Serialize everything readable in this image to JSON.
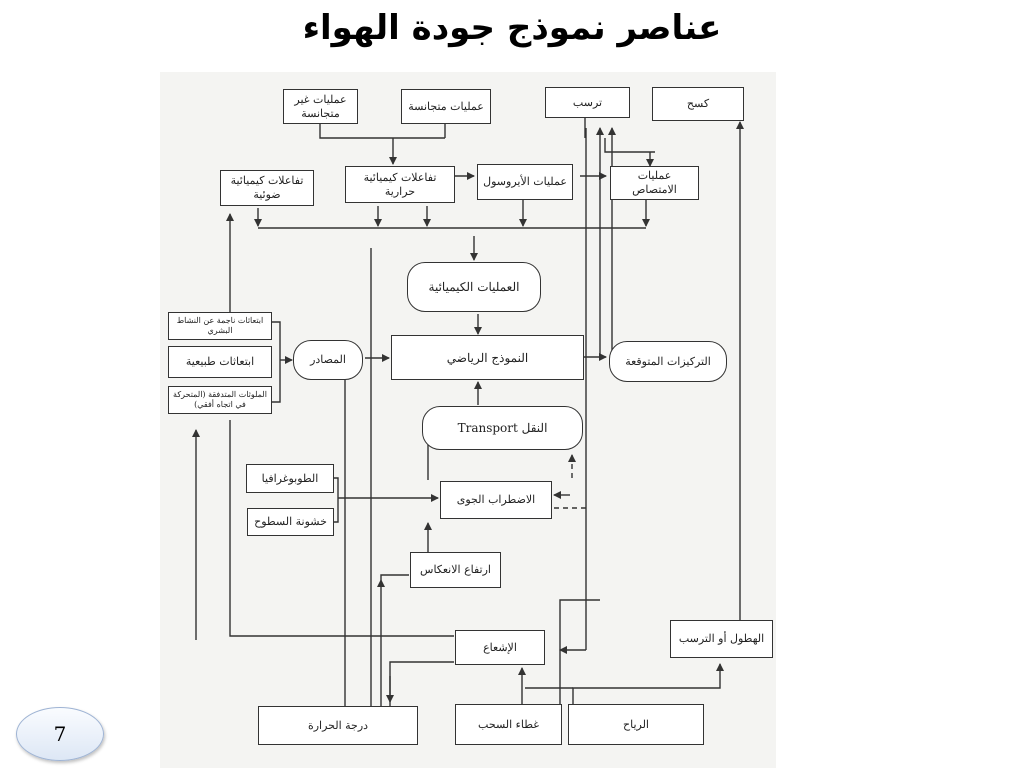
{
  "title": "عناصر نموذج جودة الهواء",
  "page_number": "7",
  "boxes": {
    "heterogeneous": "عمليات غير متجانسة",
    "homogeneous": "عمليات متجانسة",
    "deposition": "ترسب",
    "scavenging": "كسح",
    "photochemical": "تفاعلات كيميائية ضوئية",
    "thermal": "تفاعلات كيميائية حرارية",
    "aerosol": "عمليات الأيروسول",
    "absorption": "عمليات الامتصاص",
    "chemical_processes": "العمليات الكيميائية",
    "anthropogenic": "ابتعاثات ناجمة عن النشاط البشري",
    "natural": "ابتعاثات طبيعية",
    "advected": "الملوثات المتدفقة (المتحركة في اتجاه أفقي)",
    "sources": "المصادر",
    "math_model": "النموذج الرياضي",
    "predicted": "التركيزات المتوقعة",
    "transport": "النقل Transport",
    "topography": "الطوبوغرافيا",
    "roughness": "خشونة السطوح",
    "turbulence": "الاضطراب الجوى",
    "inversion": "ارتفاع الانعكاس",
    "radiation": "الإشعاع",
    "precipitation": "الهطول أو الترسب",
    "temperature": "درجة الحرارة",
    "cloud": "غطاء السحب",
    "winds": "الرياح"
  }
}
